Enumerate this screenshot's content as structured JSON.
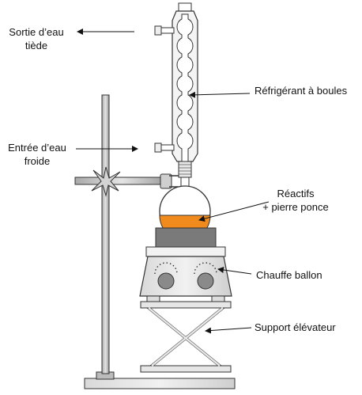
{
  "diagram": {
    "labels": {
      "water_out": [
        "Sortie d’eau",
        "tiède"
      ],
      "water_in": [
        "Entrée d’eau",
        "froide"
      ],
      "condenser": "Réfrigérant à boules",
      "reagents": [
        "Réactifs",
        "+ pierre ponce"
      ],
      "heater": "Chauffe ballon",
      "lift": "Support élévateur"
    },
    "colors": {
      "liquid": "#f08a1c",
      "glass_stroke": "#333333",
      "heater_body": "#e6e6e6",
      "knob": "#8a8a8a",
      "metal": "#c8c8c8",
      "plate": "#7a7a7a"
    }
  }
}
